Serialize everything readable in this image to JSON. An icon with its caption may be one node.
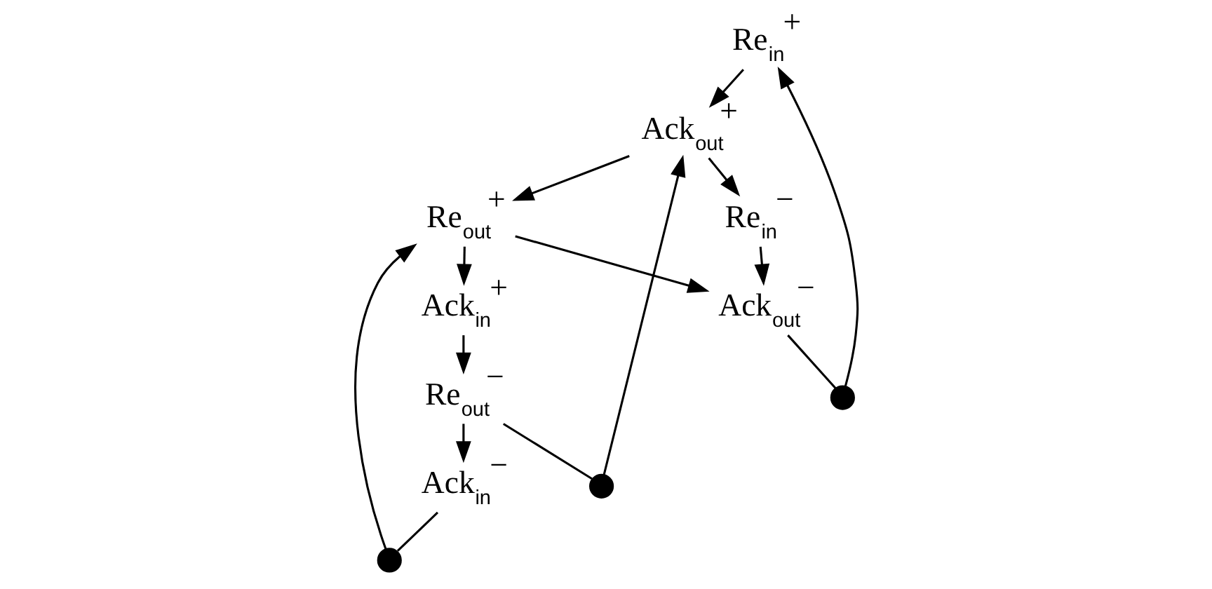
{
  "diagram": {
    "nodes": [
      {
        "text": [
          "Re$_{in}$$^{+}$"
        ]
      },
      {
        "text": [
          "Re$_{out}$$^{−}$"
        ]
      },
      {
        "text": [],
        "shape": "circle"
      },
      {
        "text": [
          "Ack$_{out}$$^{+}$"
        ]
      },
      {
        "text": [
          "Ack$_{in}$$^{−}$"
        ]
      },
      {
        "text": [],
        "shape": "circle"
      },
      {
        "text": [],
        "shape": "circle"
      },
      {
        "text": [
          "Re$_{in}$$^{−}$"
        ]
      },
      {
        "text": [
          "Re$_{out}$$^{+}$"
        ]
      },
      {
        "text": [
          "Ack$_{out}$$^{−}$"
        ]
      },
      {
        "text": [
          "Ack$_{in}$$^{+}$"
        ]
      }
    ],
    "edges": [
      {
        "from": 0,
        "to": 3,
        "arrow": "to"
      },
      {
        "from": 1,
        "to": 2,
        "arrow": "none"
      },
      {
        "from": 2,
        "to": 3,
        "arrow": "to"
      },
      {
        "from": 1,
        "to": 4,
        "arrow": "to"
      },
      {
        "from": 3,
        "to": 7,
        "arrow": "to"
      },
      {
        "from": 3,
        "to": 8,
        "arrow": "to"
      },
      {
        "from": 4,
        "to": 6,
        "arrow": "none"
      },
      {
        "from": 6,
        "to": 8,
        "arrow": "to"
      },
      {
        "from": 7,
        "to": 9,
        "arrow": "to"
      },
      {
        "from": 8,
        "to": 9,
        "arrow": "to"
      },
      {
        "from": 8,
        "to": 10,
        "arrow": "to"
      },
      {
        "from": 9,
        "to": 5,
        "arrow": "none"
      },
      {
        "from": 5,
        "to": 0,
        "arrow": "to"
      },
      {
        "from": 10,
        "to": 1,
        "arrow": "to"
      }
    ]
  }
}
